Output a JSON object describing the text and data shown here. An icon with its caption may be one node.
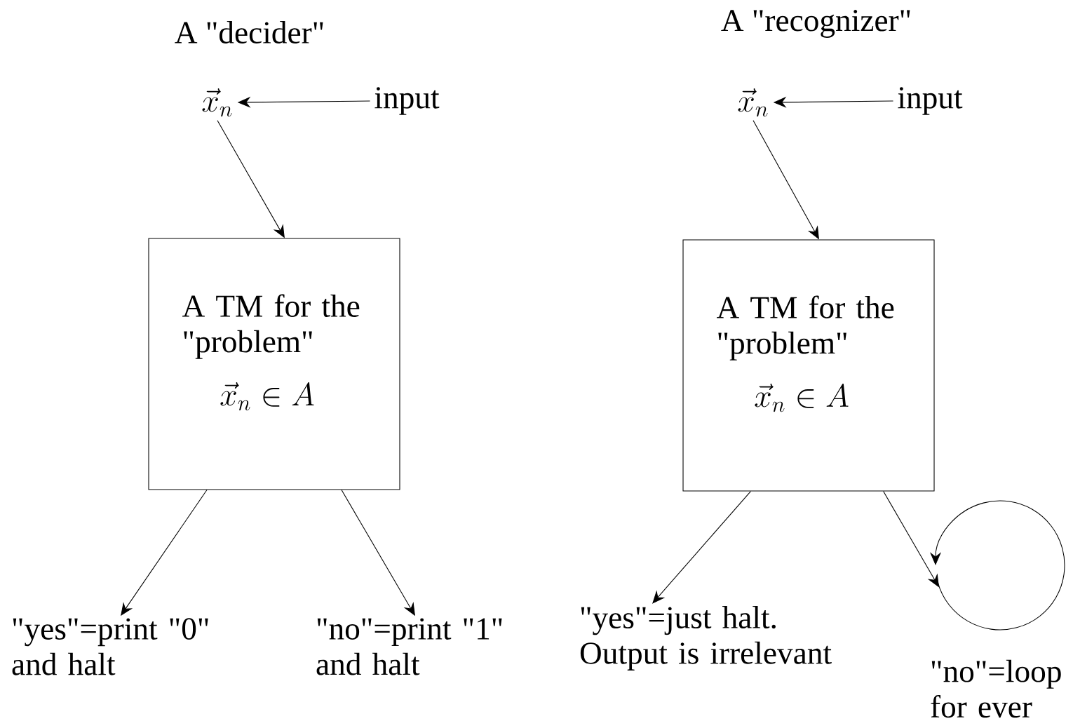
{
  "diagram": {
    "nodes": [
      {
        "text": [
          "\\vec{x}_n"
        ]
      },
      {
        "text": [
          "input"
        ]
      },
      {
        "text": [
          "A TM for the \"problem\"",
          "\\vec{x}_n \\in A"
        ]
      },
      {
        "text": [
          "\"yes\"=print \"0\" and halt"
        ]
      },
      {
        "text": [
          "\"no\"=print \"1\" and halt"
        ]
      },
      {
        "text": [
          "\\vec{x}_n"
        ]
      },
      {
        "text": [
          "input"
        ]
      },
      {
        "text": [
          "A TM for the \"problem\"",
          "\\vec{x}_n \\in A"
        ]
      },
      {
        "text": [
          "\"yes\"=just halt. Output is irrelevant"
        ]
      },
      {
        "text": [],
        "shape": "circle",
        "beside": [
          "\"no\"=loop for ever"
        ]
      }
    ],
    "edges": [
      {
        "from": 1,
        "to": 0,
        "arrow": "to"
      },
      {
        "from": 0,
        "to": 2,
        "arrow": "to"
      },
      {
        "from": 2,
        "to": 3,
        "arrow": "to"
      },
      {
        "from": 2,
        "to": 4,
        "arrow": "to"
      },
      {
        "from": 6,
        "to": 5,
        "arrow": "to"
      },
      {
        "from": 5,
        "to": 7,
        "arrow": "to"
      },
      {
        "from": 7,
        "to": 8,
        "arrow": "to"
      },
      {
        "from": 7,
        "to": 9,
        "arrow": "to"
      }
    ],
    "labels": [
      "A \"decider\"",
      "A \"recognizer\""
    ]
  }
}
